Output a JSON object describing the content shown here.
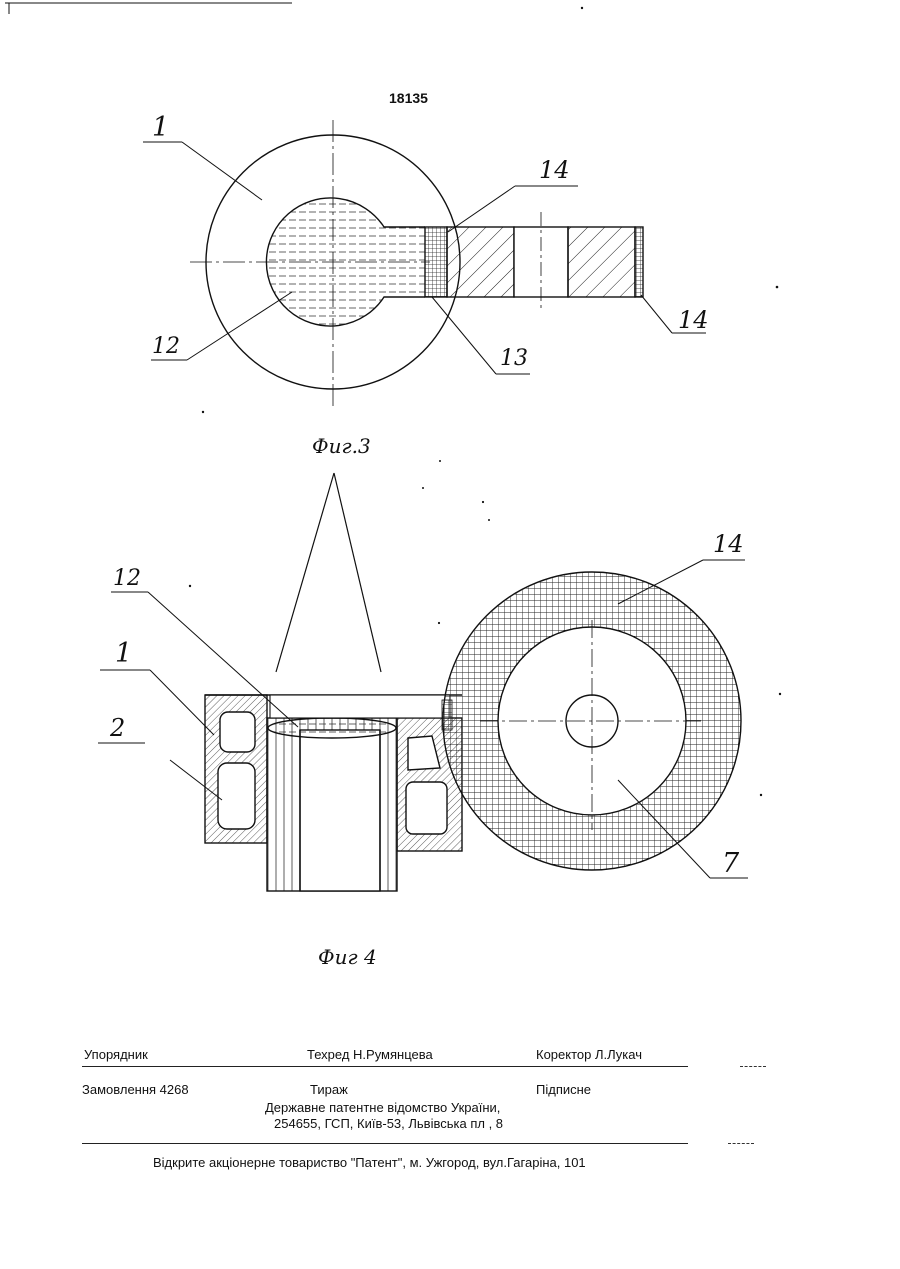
{
  "page_number": "18135",
  "figures": [
    {
      "caption": "Фиг.3",
      "labels": {
        "part_1": "1",
        "part_12": "12",
        "part_13": "13",
        "part_14_top": "14",
        "part_14_right": "14"
      }
    },
    {
      "caption": "Фиг 4",
      "labels": {
        "part_1": "1",
        "part_2": "2",
        "part_12": "12",
        "part_14": "14",
        "part_7": "7"
      }
    }
  ],
  "footer": {
    "compiler": "Упорядник",
    "tech_editor": "Техред Н.Румянцева",
    "proofreader": "Коректор  Л.Лукач",
    "order": "Замовлення  4268",
    "circulation": "Тираж",
    "subscription": "Підписне",
    "office_line1": "Державне  патентне  відомство  України,",
    "office_line2": "254655, ГСП, Київ-53, Львівська пл , 8",
    "printer": "Відкрите акціонерне товариство   \"Патент\", м. Ужгород, вул.Гагаріна, 101"
  }
}
